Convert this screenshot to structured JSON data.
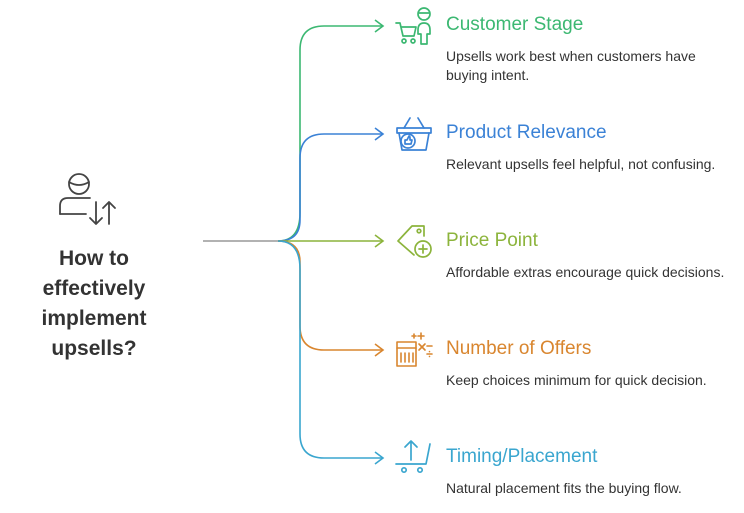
{
  "center": {
    "title": "How to effectively implement upsells?",
    "icon": "person-up-down-arrows-icon"
  },
  "branches": [
    {
      "title": "Customer Stage",
      "description": "Upsells work best when customers have buying intent.",
      "color": "#3cb872",
      "icon": "shopper-with-cart-icon"
    },
    {
      "title": "Product Relevance",
      "description": "Relevant upsells feel helpful, not confusing.",
      "color": "#3b82d6",
      "icon": "basket-thumbs-up-icon"
    },
    {
      "title": "Price Point",
      "description": "Affordable extras encourage quick decisions.",
      "color": "#8cb43c",
      "icon": "price-tag-plus-icon"
    },
    {
      "title": "Number of Offers",
      "description": "Keep choices minimum for quick decision.",
      "color": "#d9862f",
      "icon": "calculator-math-symbols-icon"
    },
    {
      "title": "Timing/Placement",
      "description": "Natural placement fits the buying flow.",
      "color": "#3aa6cf",
      "icon": "cart-up-arrow-icon"
    }
  ]
}
